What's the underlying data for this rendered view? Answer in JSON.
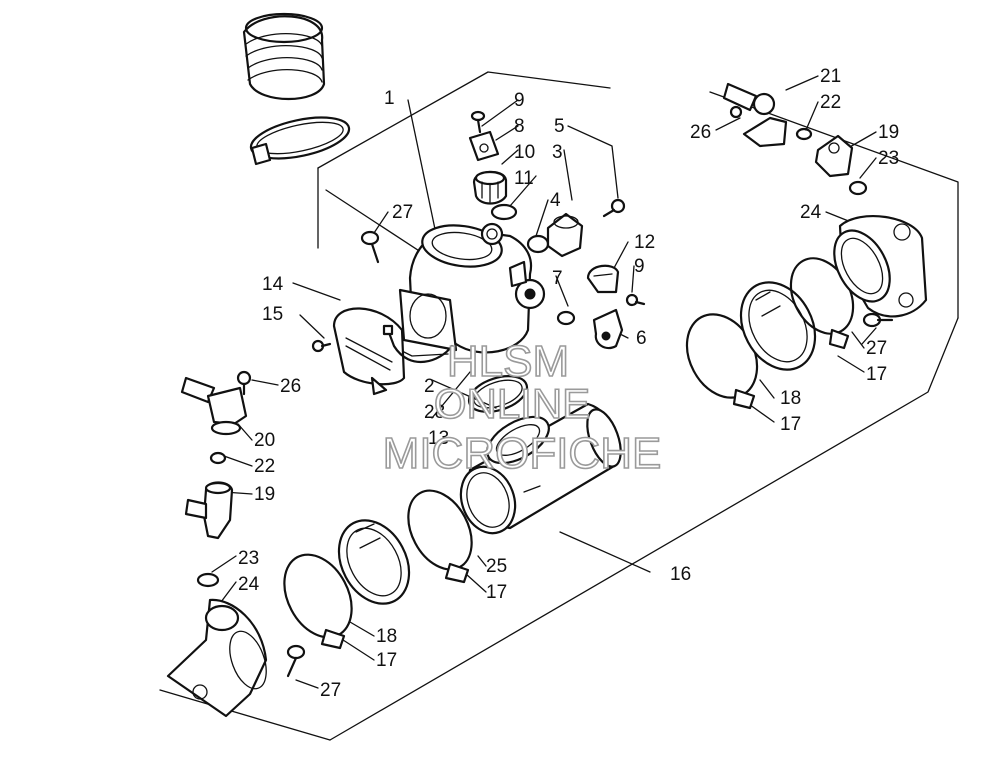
{
  "diagram": {
    "callouts": [
      "1",
      "2",
      "3",
      "4",
      "5",
      "6",
      "7",
      "8",
      "9",
      "9",
      "10",
      "11",
      "12",
      "13",
      "14",
      "15",
      "16",
      "17",
      "17",
      "17",
      "17",
      "18",
      "18",
      "19",
      "19",
      "20",
      "21",
      "22",
      "22",
      "23",
      "23",
      "24",
      "24",
      "25",
      "26",
      "26",
      "27",
      "27",
      "27",
      "28"
    ]
  },
  "watermark": {
    "line1": "HLSM",
    "line2": "ONLINE",
    "line3": "MICROFICHE"
  },
  "colors": {
    "ink": "#111111",
    "watermark_outline": "#9a9a9a",
    "background": "#ffffff"
  }
}
